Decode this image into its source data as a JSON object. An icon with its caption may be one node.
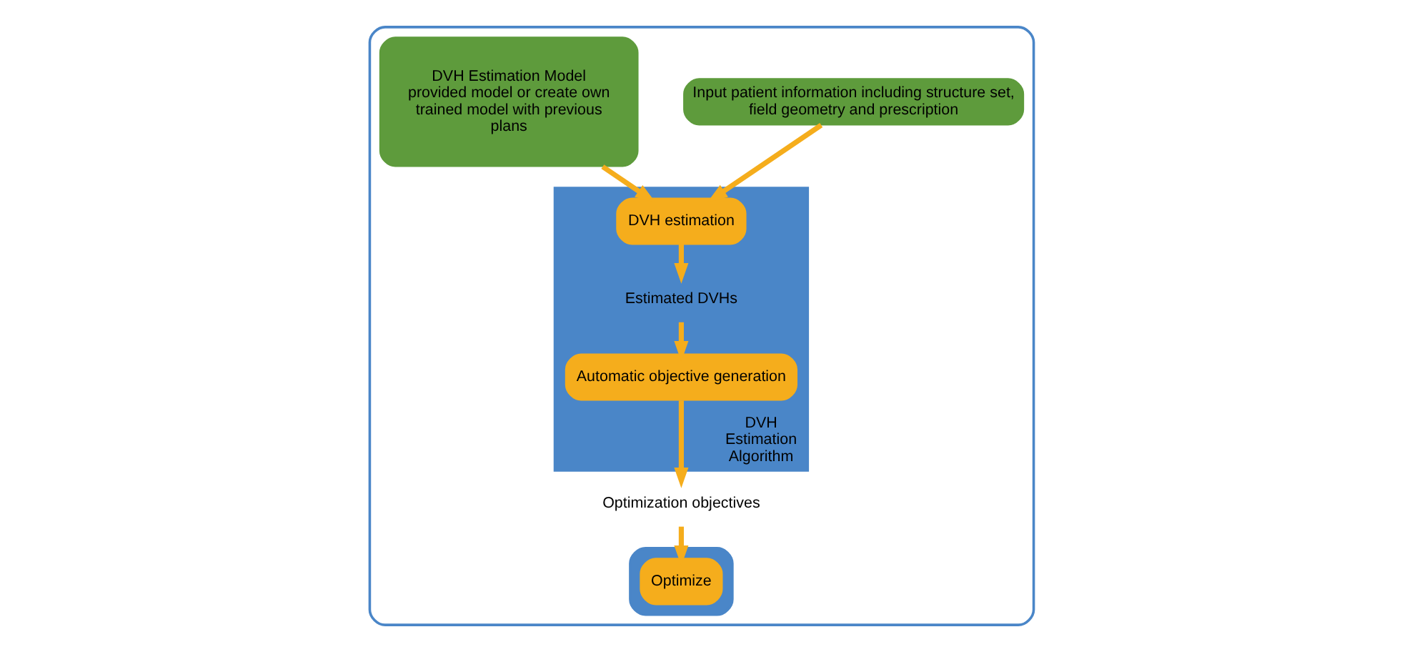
{
  "diagram": {
    "nodes": [
      {
        "text": [],
        "shape": "box"
      },
      {
        "text": [
          "Input patient information including structure set, field geometry and prescription"
        ],
        "in": 0
      },
      {
        "text": [
          "DVH Estimation Model",
          "provided model or create own trained model with previous plans"
        ],
        "in": 0
      },
      {
        "text": [
          "DVH Estimation Algorithm"
        ],
        "in": 0
      },
      {
        "text": [
          "DVH estimation"
        ],
        "in": 3
      },
      {
        "text": [
          "Estimated DVHs"
        ],
        "in": 3
      },
      {
        "text": [
          "Automatic objective generation"
        ],
        "in": 3
      },
      {
        "text": [
          "Optimization objectives"
        ],
        "in": 0
      },
      {
        "text": [],
        "shape": "box",
        "in": 0
      },
      {
        "text": [
          "Optimize"
        ],
        "in": 8
      }
    ],
    "edges": [
      {
        "from": 1,
        "to": 4,
        "arrow": "to"
      },
      {
        "from": 2,
        "to": 4,
        "arrow": "to"
      },
      {
        "from": 4,
        "to": 5,
        "arrow": "to"
      },
      {
        "from": 5,
        "to": 6,
        "arrow": "to"
      },
      {
        "from": 6,
        "to": 7,
        "arrow": "to"
      },
      {
        "from": 7,
        "to": 9,
        "arrow": "to"
      }
    ]
  }
}
